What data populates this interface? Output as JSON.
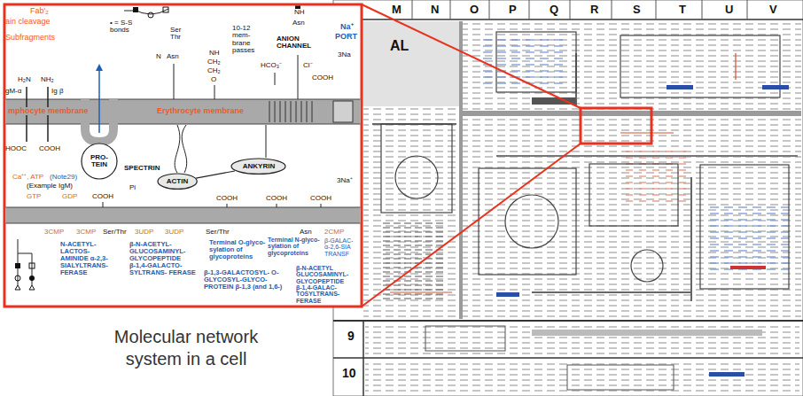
{
  "diagram": {
    "caption": "Molecular network system in a cell",
    "nodes": [
      {
        "text": [
          "PRO- TEIN"
        ]
      },
      {
        "text": [
          "ACTIN"
        ]
      },
      {
        "text": [
          "ANKYRIN"
        ]
      }
    ],
    "edges": [
      {
        "from": 1,
        "to": 2,
        "arrow": "none"
      }
    ],
    "labels": [
      "Fab'₂",
      "ain cleavage",
      "Subfragments",
      "• = S-S bonds",
      "Ser Thr",
      "N",
      "Asn",
      "NH",
      "CH₂",
      "CH₂",
      "O",
      "10-12 mem- brane passes",
      "ANION CHANNEL",
      "NH",
      "Asn",
      "HCO₃⁻",
      "Cl⁻",
      "COOH",
      "Na⁺",
      "PORT",
      "3Na",
      "H₂N",
      "NH₂",
      "gM-α",
      "Ig β",
      "mphocyte membrane",
      "Erythrocyte membrane",
      "HOOC",
      "COOH",
      "Ca⁺⁺, ATP",
      "(Note29)",
      "(Example IgM)",
      "Pi",
      "GTP",
      "GDP",
      "COOH",
      "SPECTRIN",
      "COOH",
      "COOH",
      "COOH",
      "3Na⁺",
      "3CMP",
      "3CMP",
      "Ser/Thr",
      "3UDP",
      "3UDP",
      "Ser/Thr",
      "Asn",
      "2CMP",
      "N-ACETYL- LACTOS- AMINIDE α-2,3- SIALYLTRANS- FERASE",
      "β-N-ACETYL- GLUCOSAMINYL- GLYCOPEPTIDE β-1,4-GALACTO- SYLTRANS- FERASE",
      "Terminal O-glyco- sylation of glycoproteins",
      "Terminal N-glyco- sylation of glycoproteins",
      "β-GALAC- α-2,6-SIA TRANSF",
      "β-N-ACETYL GLUCOSAMINYL- GLYCOPEPTIDE β-1,4-GALAC- TOSYLTRANS- FERASE",
      "β-1,3-GALACTOSYL- O-GLYCOSYL-GLYCO- PROTEIN β-1,3 (and 1,6-)",
      "AL",
      "M",
      "N",
      "O",
      "P",
      "Q",
      "R",
      "S",
      "T",
      "U",
      "V",
      "9",
      "10"
    ]
  }
}
